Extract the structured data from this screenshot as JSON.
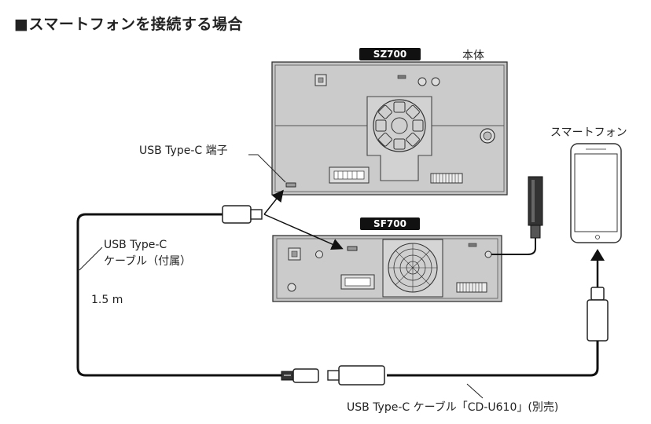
{
  "title": "■スマートフォンを接続する場合",
  "labels": {
    "model_sz": "SZ700",
    "model_sf": "SF700",
    "main_unit": "本体",
    "smartphone": "スマートフォン",
    "usb_port": "USB Type-C 端子",
    "cable_included_line1": "USB Type-C",
    "cable_included_line2": "ケーブル（付属）",
    "cable_length": "1.5 m",
    "cable_separate": "USB Type-C ケーブル「CD-U610」(別売)"
  }
}
